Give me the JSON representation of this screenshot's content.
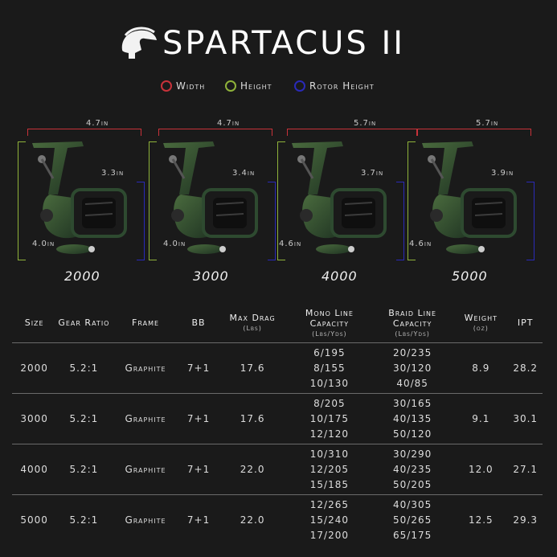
{
  "brand": {
    "name": "SPARTACUS II"
  },
  "legend": [
    {
      "label": "Width",
      "color": "#c8323a"
    },
    {
      "label": "Height",
      "color": "#8fb23a"
    },
    {
      "label": "Rotor Height",
      "color": "#2a2ab8"
    }
  ],
  "reels": [
    {
      "size": "2000",
      "width": "4.7in",
      "height": "4.0in",
      "rotor": "3.3in"
    },
    {
      "size": "3000",
      "width": "4.7in",
      "height": "4.0in",
      "rotor": "3.4in"
    },
    {
      "size": "4000",
      "width": "5.7in",
      "height": "4.6in",
      "rotor": "3.7in"
    },
    {
      "size": "5000",
      "width": "5.7in",
      "height": "4.6in",
      "rotor": "3.9in"
    }
  ],
  "table": {
    "headers": {
      "size": "Size",
      "gear": "Gear Ratio",
      "frame": "Frame",
      "bb": "BB",
      "drag": "Max Drag",
      "drag_unit": "(Lbs)",
      "mono": "Mono Line Capacity",
      "mono_unit": "(Lbs/Yds)",
      "braid": "Braid Line Capacity",
      "braid_unit": "(Lbs/Yds)",
      "weight": "Weight",
      "weight_unit": "(oz)",
      "ipt": "IPT"
    },
    "rows": [
      {
        "size": "2000",
        "gear": "5.2:1",
        "frame": "Graphite",
        "bb": "7+1",
        "drag": "17.6",
        "mono": [
          "6/195",
          "8/155",
          "10/130"
        ],
        "braid": [
          "20/235",
          "30/120",
          "40/85"
        ],
        "weight": "8.9",
        "ipt": "28.2"
      },
      {
        "size": "3000",
        "gear": "5.2:1",
        "frame": "Graphite",
        "bb": "7+1",
        "drag": "17.6",
        "mono": [
          "8/205",
          "10/175",
          "12/120"
        ],
        "braid": [
          "30/165",
          "40/135",
          "50/120"
        ],
        "weight": "9.1",
        "ipt": "30.1"
      },
      {
        "size": "4000",
        "gear": "5.2:1",
        "frame": "Graphite",
        "bb": "7+1",
        "drag": "22.0",
        "mono": [
          "10/310",
          "12/205",
          "15/185"
        ],
        "braid": [
          "30/290",
          "40/235",
          "50/205"
        ],
        "weight": "12.0",
        "ipt": "27.1"
      },
      {
        "size": "5000",
        "gear": "5.2:1",
        "frame": "Graphite",
        "bb": "7+1",
        "drag": "22.0",
        "mono": [
          "12/265",
          "15/240",
          "17/200"
        ],
        "braid": [
          "40/305",
          "50/265",
          "65/175"
        ],
        "weight": "12.5",
        "ipt": "29.3"
      }
    ]
  }
}
